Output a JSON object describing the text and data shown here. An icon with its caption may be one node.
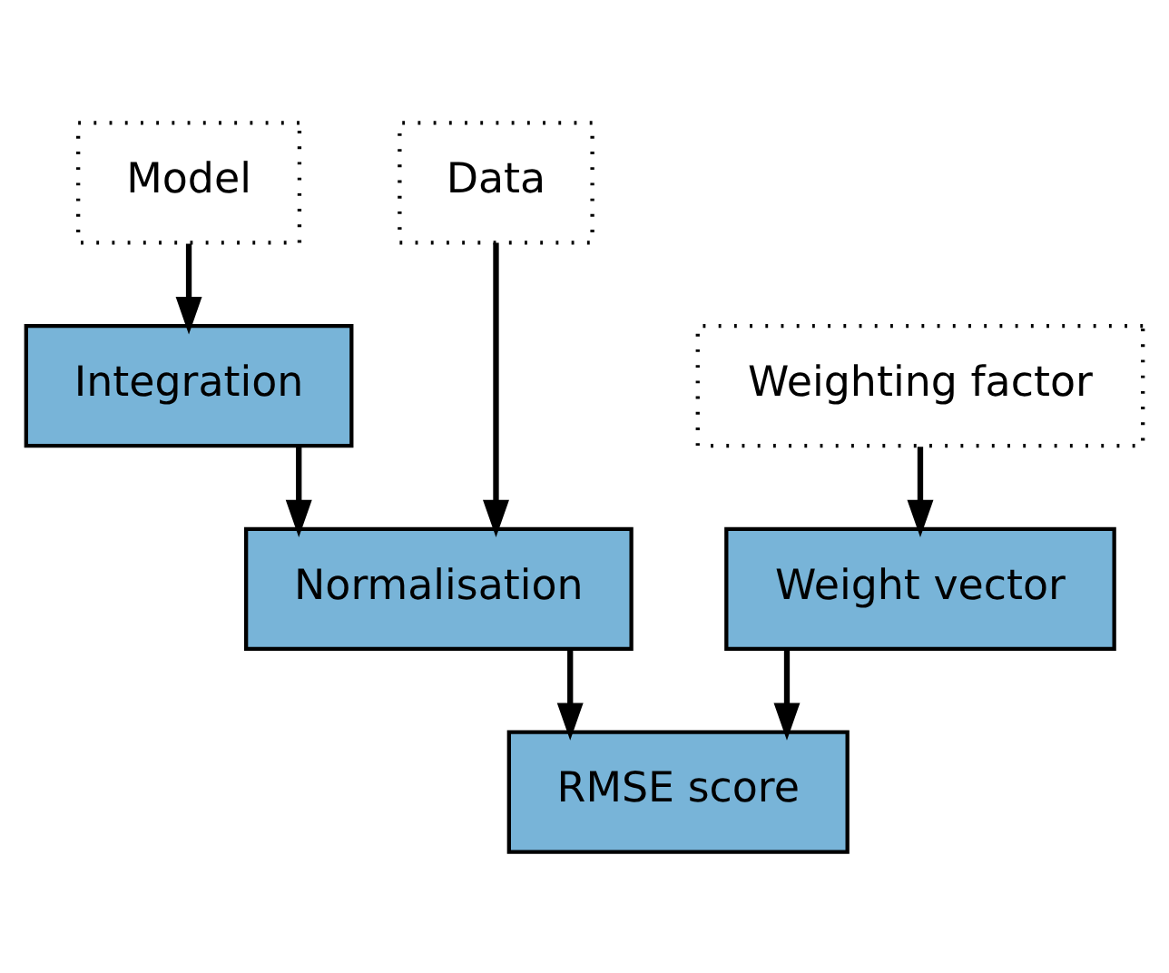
{
  "diagram": {
    "nodes": [
      {
        "text": [
          "Model"
        ]
      },
      {
        "text": [
          "Data"
        ]
      },
      {
        "text": [
          "Integration"
        ]
      },
      {
        "text": [
          "Normalisation"
        ]
      },
      {
        "text": [
          "Weighting factor"
        ]
      },
      {
        "text": [
          "Weight vector"
        ]
      },
      {
        "text": [
          "RMSE score"
        ]
      }
    ],
    "edges": [
      {
        "from": 0,
        "to": 2,
        "arrow": "to"
      },
      {
        "from": 2,
        "to": 3,
        "arrow": "to"
      },
      {
        "from": 1,
        "to": 3,
        "arrow": "to"
      },
      {
        "from": 4,
        "to": 5,
        "arrow": "to"
      },
      {
        "from": 3,
        "to": 6,
        "arrow": "to"
      },
      {
        "from": 5,
        "to": 6,
        "arrow": "to"
      }
    ]
  }
}
